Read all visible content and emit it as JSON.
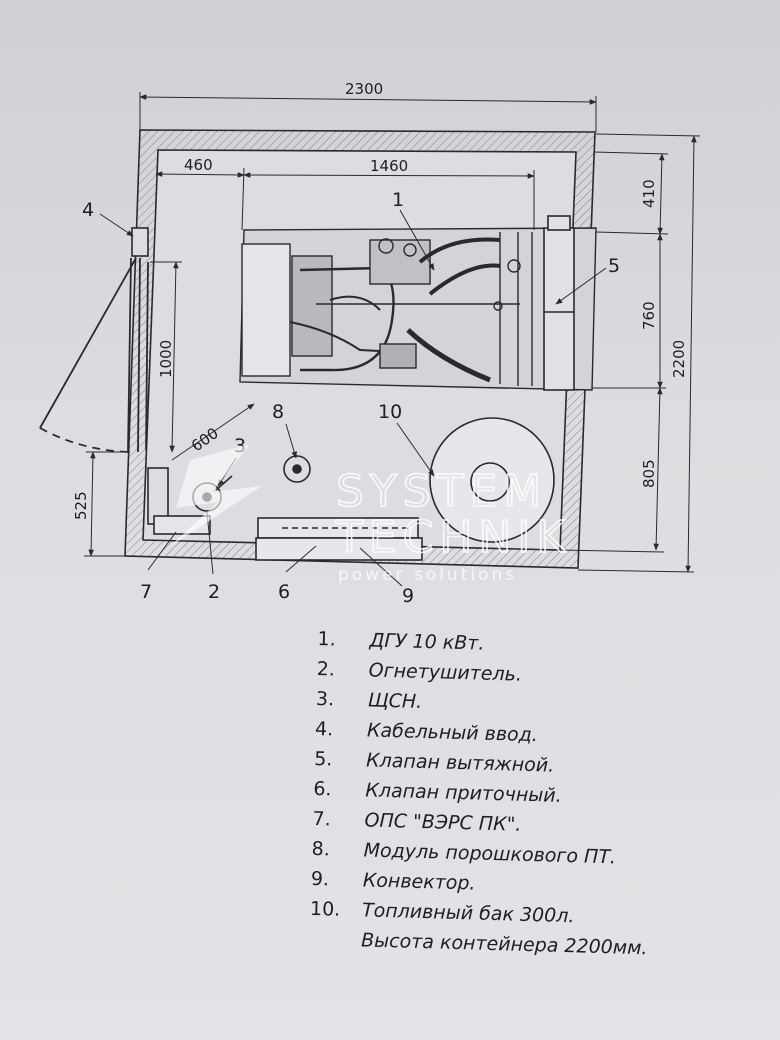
{
  "dimensions": {
    "overall_width": "2300",
    "left_offset": "460",
    "engine_length": "1460",
    "top_gap": "410",
    "engine_depth": "760",
    "overall_depth": "2200",
    "door_width": "1000",
    "door_swing": "600",
    "door_offset": "525",
    "tank_offset": "805"
  },
  "callouts": [
    "1",
    "2",
    "3",
    "4",
    "5",
    "6",
    "7",
    "8",
    "9",
    "10"
  ],
  "watermark": {
    "line1": "SYSTEM",
    "line2": "TECHNIK",
    "line3": "power solutions"
  },
  "legend": {
    "items": [
      {
        "num": "1.",
        "text": "ДГУ 10 кВт."
      },
      {
        "num": "2.",
        "text": "Огнетушитель."
      },
      {
        "num": "3.",
        "text": "ЩСН."
      },
      {
        "num": "4.",
        "text": "Кабельный ввод."
      },
      {
        "num": "5.",
        "text": "Клапан вытяжной."
      },
      {
        "num": "6.",
        "text": "Клапан приточный."
      },
      {
        "num": "7.",
        "text": "ОПС \"ВЭРС ПК\"."
      },
      {
        "num": "8.",
        "text": "Модуль порошкового ПТ."
      },
      {
        "num": "9.",
        "text": "Конвектор."
      },
      {
        "num": "10.",
        "text": "Топливный бак 300л."
      }
    ],
    "note": "Высота контейнера 2200мм."
  },
  "colors": {
    "line": "#2a2a2e",
    "paper": "#dcdde0",
    "watermark": "#ffffff"
  }
}
